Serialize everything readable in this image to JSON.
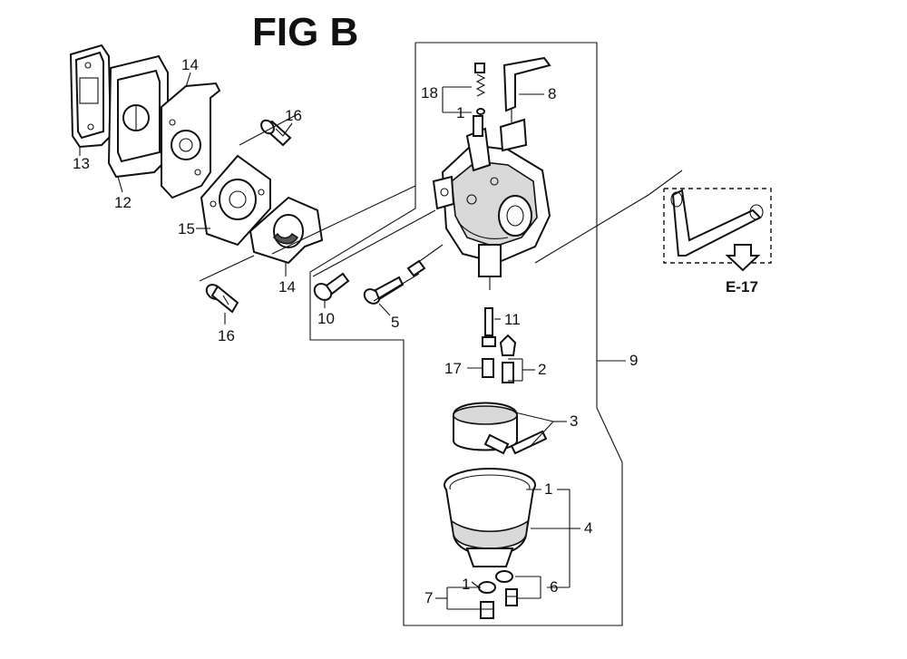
{
  "figure": {
    "title": "FIG B"
  },
  "reference": {
    "label": "E-17",
    "arrow_icon": "down-arrow-icon"
  },
  "callouts": {
    "c13": "13",
    "c12": "12",
    "c14a": "14",
    "c16a": "16",
    "c15": "15",
    "c14b": "14",
    "c16b": "16",
    "c18": "18",
    "c1a": "1",
    "c8": "8",
    "c10": "10",
    "c5": "5",
    "c11": "11",
    "c17": "17",
    "c2": "2",
    "c3": "3",
    "c9": "9",
    "c1b": "1",
    "c4": "4",
    "c7": "7",
    "c1c": "1",
    "c6": "6"
  }
}
